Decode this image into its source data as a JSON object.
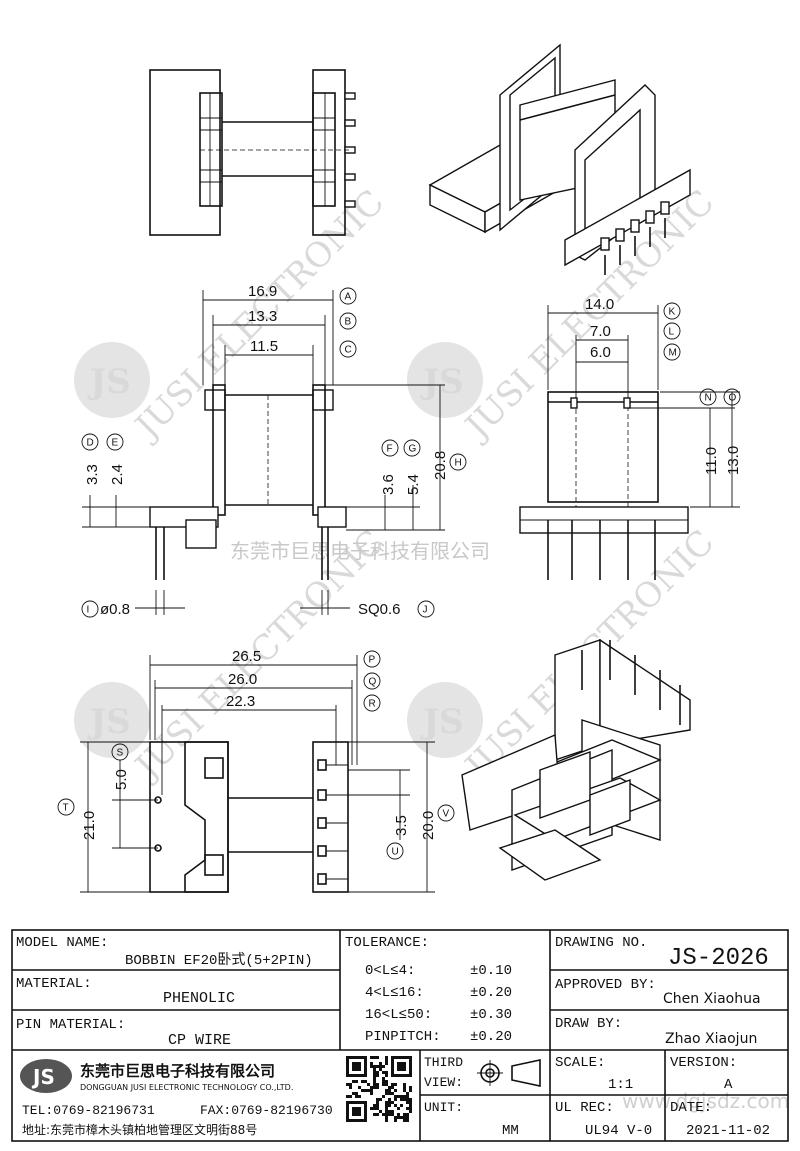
{
  "watermark": {
    "brand_text": "JUSI ELECTRONIC",
    "cn_company_watermark": "东莞市巨思电子科技有限公司",
    "site": "www.dgjsdz.com"
  },
  "dimensions": {
    "top_view": {
      "A": "16.9",
      "B": "13.3",
      "C": "11.5",
      "D": "3.3",
      "E": "2.4",
      "F": "3.6",
      "G": "5.4",
      "H": "20.8",
      "I": "ø0.8",
      "J": "SQ0.6"
    },
    "side_view": {
      "K": "14.0",
      "L": "7.0",
      "M": "6.0",
      "N": "11.0",
      "O": "13.0"
    },
    "bottom_view": {
      "P": "26.5",
      "Q": "26.0",
      "R": "22.3",
      "S": "5.0",
      "T": "21.0",
      "U": "3.5",
      "V": "20.0"
    },
    "labels": [
      "A",
      "B",
      "C",
      "D",
      "E",
      "F",
      "G",
      "H",
      "I",
      "J",
      "K",
      "L",
      "M",
      "N",
      "O",
      "P",
      "Q",
      "R",
      "S",
      "T",
      "U",
      "V"
    ]
  },
  "title_block": {
    "model_name_label": "MODEL NAME:",
    "model_name_value": "BOBBIN EF20卧式(5+2PIN)",
    "material_label": "MATERIAL:",
    "material_value": "PHENOLIC",
    "pin_material_label": "PIN MATERIAL:",
    "pin_material_value": "CP WIRE",
    "tolerance_label": "TOLERANCE:",
    "tolerances": [
      {
        "range": "0<L≤4:",
        "value": "±0.10"
      },
      {
        "range": "4<L≤16:",
        "value": "±0.20"
      },
      {
        "range": "16<L≤50:",
        "value": "±0.30"
      },
      {
        "range": "PINPITCH:",
        "value": "±0.20"
      }
    ],
    "drawing_no_label": "DRAWING NO.",
    "drawing_no_value": "JS-2026",
    "approved_by_label": "APPROVED BY:",
    "approved_by_value": "Chen Xiaohua",
    "draw_by_label": "DRAW BY:",
    "draw_by_value": "Zhao Xiaojun",
    "third_view_label_1": "THIRD",
    "third_view_label_2": "VIEW:",
    "unit_label": "UNIT:",
    "unit_value": "MM",
    "scale_label": "SCALE:",
    "scale_value": "1:1",
    "version_label": "VERSION:",
    "version_value": "A",
    "ul_rec_label": "UL REC:",
    "ul_rec_value": "UL94 V-0",
    "date_label": "DATE:",
    "date_value": "2021-11-02"
  },
  "company": {
    "logo_text": "JS",
    "name_cn": "东莞市巨思电子科技有限公司",
    "name_en": "DONGGUAN JUSI ELECTRONIC TECHNOLOGY CO.,LTD.",
    "tel": "TEL:0769-82196731",
    "fax": "FAX:0769-82196730",
    "address": "地址:东莞市樟木头镇柏地管理区文明街88号"
  },
  "colors": {
    "line": "#111111",
    "watermark": "#d9d9d9",
    "logo": "#555555"
  }
}
